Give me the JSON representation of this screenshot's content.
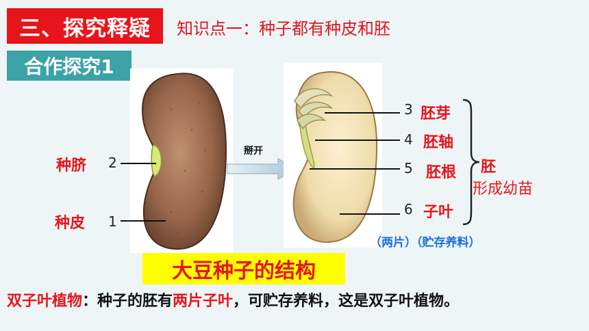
{
  "header": {
    "section_title": "三、探究释疑",
    "topic": "知识点一：种子都有种皮和胚",
    "activity": "合作探究1"
  },
  "left_seed": {
    "labels": [
      {
        "num": "2",
        "name": "种脐"
      },
      {
        "num": "1",
        "name": "种皮"
      }
    ]
  },
  "arrow": {
    "label": "掰开"
  },
  "right_seed": {
    "parts": [
      {
        "num": "3",
        "name": "胚芽"
      },
      {
        "num": "4",
        "name": "胚轴"
      },
      {
        "num": "5",
        "name": "胚根"
      },
      {
        "num": "6",
        "name": "子叶"
      }
    ],
    "group_label": "胚",
    "group_sub": "形成幼苗",
    "cotyledon_note": "（两片）（贮存养料）"
  },
  "diagram_title": "大豆种子的结构",
  "summary": {
    "part1": "双子叶植物",
    "part2": "：种子的胚有",
    "part3": "两片子叶",
    "part4": "，可贮存养料，这是双子叶植物。"
  },
  "colors": {
    "red": "#e8141c",
    "teal": "#3ba3a6",
    "yellow": "#ffff00",
    "blue": "#1a6fd6"
  }
}
